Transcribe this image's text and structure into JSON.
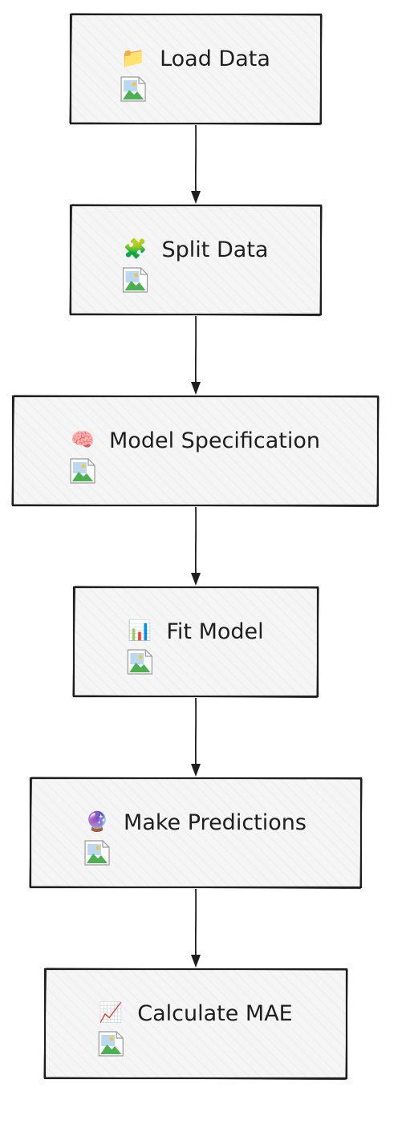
{
  "diagram": {
    "type": "flowchart",
    "direction": "top-to-bottom",
    "nodes": [
      {
        "id": "load",
        "label": "Load Data",
        "icon": "file-folder-icon",
        "emoji": "📁",
        "image": "broken-image-icon"
      },
      {
        "id": "split",
        "label": "Split Data",
        "icon": "puzzle-piece-icon",
        "emoji": "🧩",
        "image": "broken-image-icon"
      },
      {
        "id": "spec",
        "label": "Model Specification",
        "icon": "brain-icon",
        "emoji": "🧠",
        "image": "broken-image-icon"
      },
      {
        "id": "fit",
        "label": "Fit Model",
        "icon": "bar-chart-icon",
        "emoji": "📊",
        "image": "broken-image-icon"
      },
      {
        "id": "predict",
        "label": "Make Predictions",
        "icon": "crystal-ball-icon",
        "emoji": "🔮",
        "image": "broken-image-icon"
      },
      {
        "id": "mae",
        "label": "Calculate MAE",
        "icon": "chart-increasing-icon",
        "emoji": "📈",
        "image": "broken-image-icon"
      }
    ],
    "edges": [
      {
        "from": "load",
        "to": "split"
      },
      {
        "from": "split",
        "to": "spec"
      },
      {
        "from": "spec",
        "to": "fit"
      },
      {
        "from": "fit",
        "to": "predict"
      },
      {
        "from": "predict",
        "to": "mae"
      }
    ],
    "colors": {
      "stroke": "#1e1e1e",
      "fill": "#f5f5f5",
      "background": "#ffffff"
    }
  }
}
